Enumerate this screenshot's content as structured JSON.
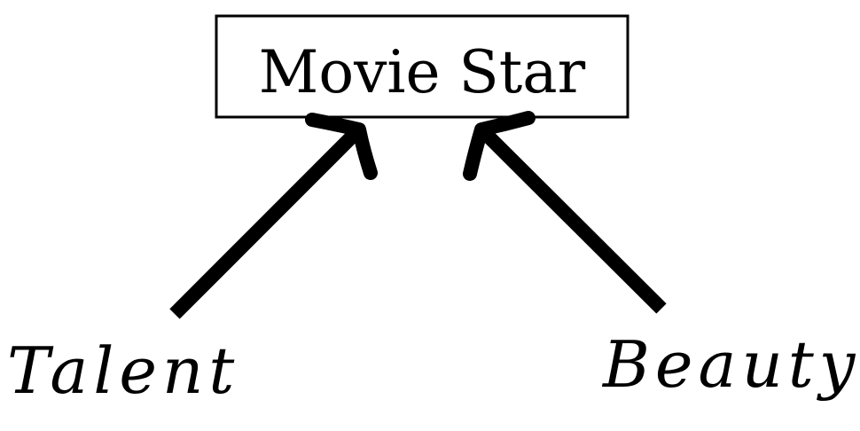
{
  "diagram": {
    "effect": {
      "label": "Movie Star"
    },
    "causes": [
      {
        "label": "Talent"
      },
      {
        "label": "Beauty"
      }
    ],
    "colors": {
      "ink": "#000000",
      "background": "#ffffff"
    }
  }
}
